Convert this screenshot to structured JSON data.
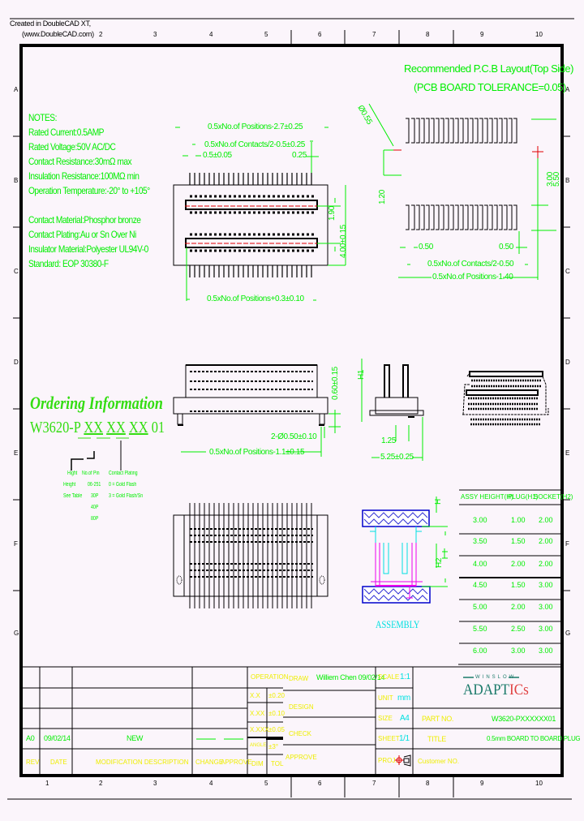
{
  "header": {
    "created_line1": "Created in DoubleCAD XT,",
    "created_line2": "(www.DoubleCAD.com)"
  },
  "grid": {
    "columns": [
      "1",
      "2",
      "3",
      "4",
      "5",
      "6",
      "7",
      "8",
      "9",
      "10"
    ],
    "rows": [
      "A",
      "B",
      "C",
      "D",
      "E",
      "F",
      "G"
    ]
  },
  "notes": {
    "title": "NOTES:",
    "items": [
      "Rated Current:0.5AMP",
      "Rated Voltage:50V AC/DC",
      "Contact Resistance:30mΩ max",
      "Insulation Resistance:100MΩ min",
      "Operation Temperature:-20° to +105°",
      "",
      "Contact Material:Phosphor bronze",
      "Contact Plating:Au or Sn Over Ni",
      "Insulator Material:Polyester UL94V-0",
      "Standard: EOP 30380-F"
    ]
  },
  "top_view": {
    "dim_positions": "0.5xNo.of Positions-2.7±0.25",
    "dim_contacts": "0.5xNo.of Contacts/2-0.5±0.25",
    "dim_pitch": "0.5±0.05",
    "dim_025": "0.25",
    "dim_190": "1.90",
    "dim_400": "4.00±0.15",
    "dim_bottom": "0.5xNo.of Positions+0.3±0.10"
  },
  "pcb_layout": {
    "title_line1": "Recommended P.C.B Layout(Top Side)",
    "title_line2": "(PCB BOARD TOLERANCE=0.05)",
    "dim_hole": "Ø0.55",
    "dim_120": "1.20",
    "dim_300": "3.00",
    "dim_550": "5.50",
    "dim_050_left": "0.50",
    "dim_050_right": "0.50",
    "dim_contacts": "0.5xNo.of Contacts/2-0.50",
    "dim_positions": "0.5xNo.of Positions-1.40"
  },
  "side_view": {
    "dim_060": "0.60±0.15",
    "dim_holes": "2-Ø0.50±0.10",
    "dim_positions": "0.5xNo.of Positions-1.1±0.15",
    "dim_h1": "H1",
    "dim_125": "1.25",
    "dim_525": "5.25±0.25"
  },
  "ordering": {
    "title": "Ordering Information",
    "part_prefix": "W3620-P",
    "field1": "XX",
    "field2": "XX",
    "field3": "XX",
    "suffix": "01",
    "label_height": "Hight",
    "label_positions": "No.of Pin",
    "label_plating": "Contact Plating",
    "height_options": [
      "Height",
      "See Table"
    ],
    "position_options": [
      "06-251",
      "30P",
      "40P",
      "80P"
    ],
    "plating_options": [
      "0 = Gold Flash",
      "3 = Gold Flash/Sn"
    ]
  },
  "assembly": {
    "label": "ASSEMBLY",
    "dim_h": "H",
    "dim_h2": "H2"
  },
  "height_table": {
    "headers": [
      "ASSY HEIGHT(H)",
      "PLUG(H1)",
      "SOCKET(H2)"
    ],
    "rows": [
      [
        "3.00",
        "1.00",
        "2.00"
      ],
      [
        "3.50",
        "1.50",
        "2.00"
      ],
      [
        "4.00",
        "2.00",
        "2.00"
      ],
      [
        "4.50",
        "1.50",
        "3.00"
      ],
      [
        "5.00",
        "2.00",
        "3.00"
      ],
      [
        "5.50",
        "2.50",
        "3.00"
      ],
      [
        "6.00",
        "3.00",
        "3.00"
      ]
    ]
  },
  "title_block": {
    "revisions": [
      {
        "rev": "",
        "date": "",
        "description": "",
        "change": "",
        "approve": ""
      },
      {
        "rev": "",
        "date": "",
        "description": "",
        "change": "",
        "approve": ""
      },
      {
        "rev": "",
        "date": "",
        "description": "",
        "change": "",
        "approve": ""
      },
      {
        "rev": "A0",
        "date": "09/02/14",
        "description": "NEW",
        "change": "———",
        "approve": "———"
      }
    ],
    "rev_header": {
      "rev": "REV",
      "date": "DATE",
      "description": "MODIFICATION DESCRIPTION",
      "change": "CHANGE",
      "approve": "APPROVE"
    },
    "operation": "OPERATION",
    "tolerances": [
      {
        "label": "X.X",
        "value": "±0.20"
      },
      {
        "label": "X.XX",
        "value": "±0.10"
      },
      {
        "label": "X.XXX",
        "value": "±0.05"
      },
      {
        "label": "ANGLE",
        "value": "±3°"
      },
      {
        "label": "DIM",
        "value": "TOL"
      }
    ],
    "drawn_label": "DRAW",
    "drawn_value": "Williem Chen  09/02/14",
    "design_label": "DESIGN",
    "check_label": "CHECK",
    "approve_label": "APPROVE",
    "scale_label": "SCALE",
    "scale_value": "1:1",
    "unit_label": "UNIT",
    "unit_value": "mm",
    "size_label": "SIZE",
    "size_value": "A4",
    "sheet_label": "SHEET",
    "sheet_value": "1/1",
    "proj_label": "PROJ.",
    "company_tagline": "WINSLOW",
    "company_name_a": "ADAPT",
    "company_name_b": "ICs",
    "part_no_label": "PART NO.",
    "part_no_value": "W3620-PXXXXXX01",
    "title_label": "TITLE",
    "title_value": "0.5mm BOARD TO BOARD PLUG",
    "customer_label": "Customer NO."
  },
  "colors": {
    "background": "#fbf5fb",
    "dimension": "#00ee00",
    "title_text": "#eeee00",
    "value_text": "#00e0e0",
    "centerline": "#e00000",
    "assembly_board": "#0000cc",
    "assembly_plug": "#ee00ee"
  }
}
